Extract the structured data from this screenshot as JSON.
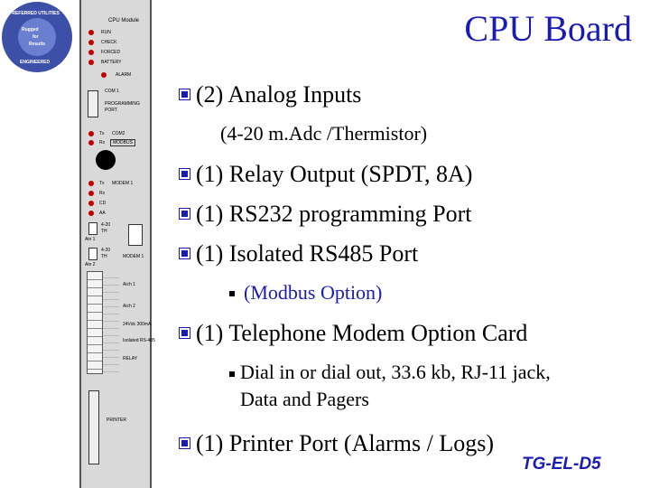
{
  "title": "CPU Board",
  "bullets": [
    {
      "text": "(2) Analog Inputs"
    },
    {
      "text": "(1) Relay Output  (SPDT, 8A)"
    },
    {
      "text": "(1) RS232 programming Port"
    },
    {
      "text": "(1) Isolated RS485 Port"
    },
    {
      "text": "(1) Telephone Modem Option Card"
    },
    {
      "text": "(1) Printer Port  (Alarms / Logs)"
    }
  ],
  "analog_detail": "(4-20 m.Adc /Thermistor)",
  "rs485_sub": "(Modbus Option)",
  "modem_sub_line1": "Dial in or dial out, 33.6 kb, RJ-11 jack,",
  "modem_sub_line2": "Data and Pagers",
  "footer": "TG-EL-D5",
  "logo": {
    "top": "PREFERRED UTILITIES",
    "mid1": "Rugged",
    "mid2": "for",
    "mid3": "Results",
    "bottom": "ENGINEERED"
  },
  "board": {
    "module_title": "CPU Module",
    "status_leds": [
      "RUN",
      "CHECK",
      "FORCED",
      "BATTERY",
      "ALARM"
    ],
    "com1": "COM 1",
    "prog_port_1": "PROGRAMMING",
    "prog_port_2": "PORT",
    "com2": "COM2",
    "modbus": "MODBUS",
    "tx": "Tx",
    "rx": "Rx",
    "modem1": "MODEM 1",
    "cd": "CD",
    "aa": "AA",
    "ain1": "Ain 1",
    "ain2": "Ain 2",
    "modem": "MODEM 1",
    "range_a": "4-20",
    "range_b": "TH",
    "terminal_blocks": [
      "Aich 1",
      "Aich 2",
      "24Vdc 300mA",
      "Isolated RS-485",
      "RELAY"
    ],
    "printer": "PRINTER"
  },
  "colors": {
    "accent": "#1a1ab4",
    "led": "#c00000",
    "board": "#d9d9d9"
  }
}
